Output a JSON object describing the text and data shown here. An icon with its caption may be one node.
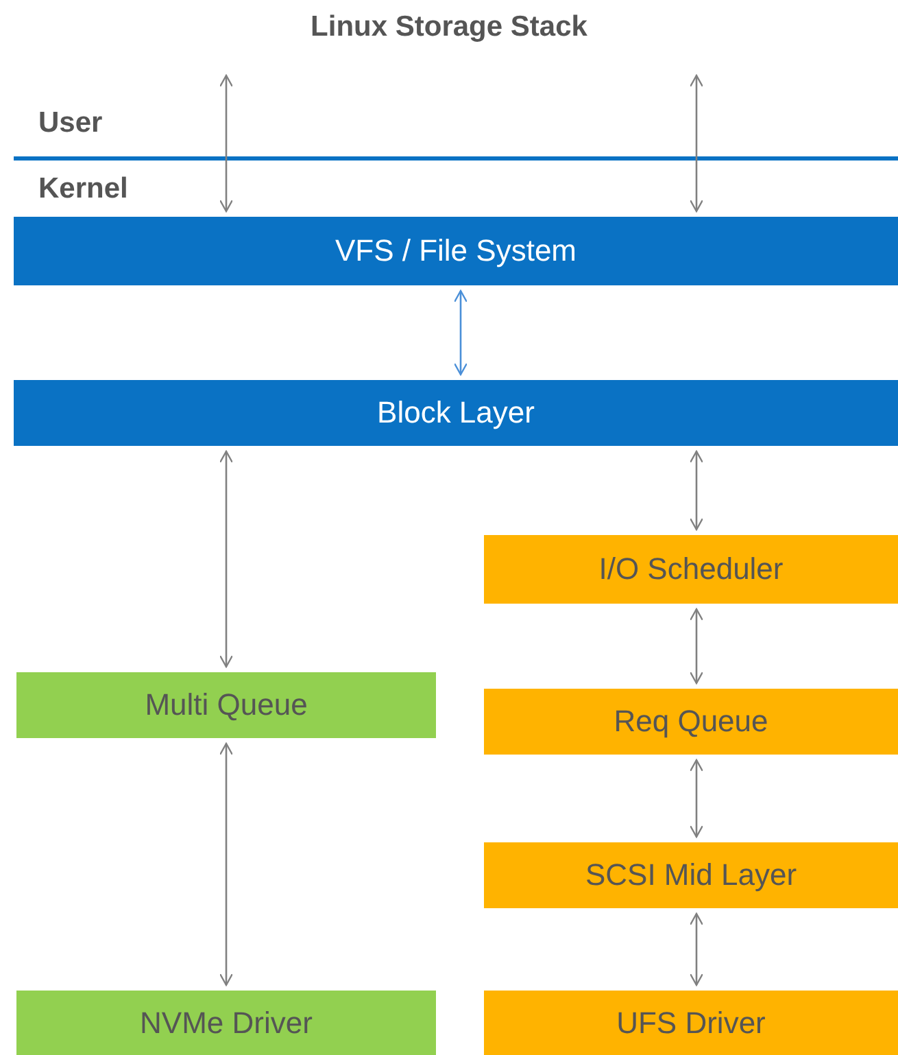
{
  "diagram": {
    "title": "Linux Storage Stack",
    "nodes": [
      {
        "text": [
          "VFS / File System"
        ]
      },
      {
        "text": [
          "Block Layer"
        ]
      },
      {
        "text": [
          "I/O Scheduler"
        ]
      },
      {
        "text": [
          "Multi Queue"
        ]
      },
      {
        "text": [
          "Req Queue"
        ]
      },
      {
        "text": [
          "SCSI Mid Layer"
        ]
      },
      {
        "text": [
          "NVMe Driver"
        ]
      },
      {
        "text": [
          "UFS Driver"
        ]
      }
    ],
    "edges": [
      {
        "from": null,
        "to": 0,
        "arrow": "both"
      },
      {
        "from": null,
        "to": 0,
        "arrow": "both"
      },
      {
        "from": 0,
        "to": 1,
        "arrow": "both",
        "color": "#4a8fd8"
      },
      {
        "from": 1,
        "to": 3,
        "arrow": "both"
      },
      {
        "from": 1,
        "to": 2,
        "arrow": "both"
      },
      {
        "from": 2,
        "to": 4,
        "arrow": "both"
      },
      {
        "from": 4,
        "to": 5,
        "arrow": "both"
      },
      {
        "from": 5,
        "to": 7,
        "arrow": "both"
      },
      {
        "from": 3,
        "to": 6,
        "arrow": "both"
      }
    ],
    "labels": [
      "User",
      "Kernel"
    ]
  }
}
